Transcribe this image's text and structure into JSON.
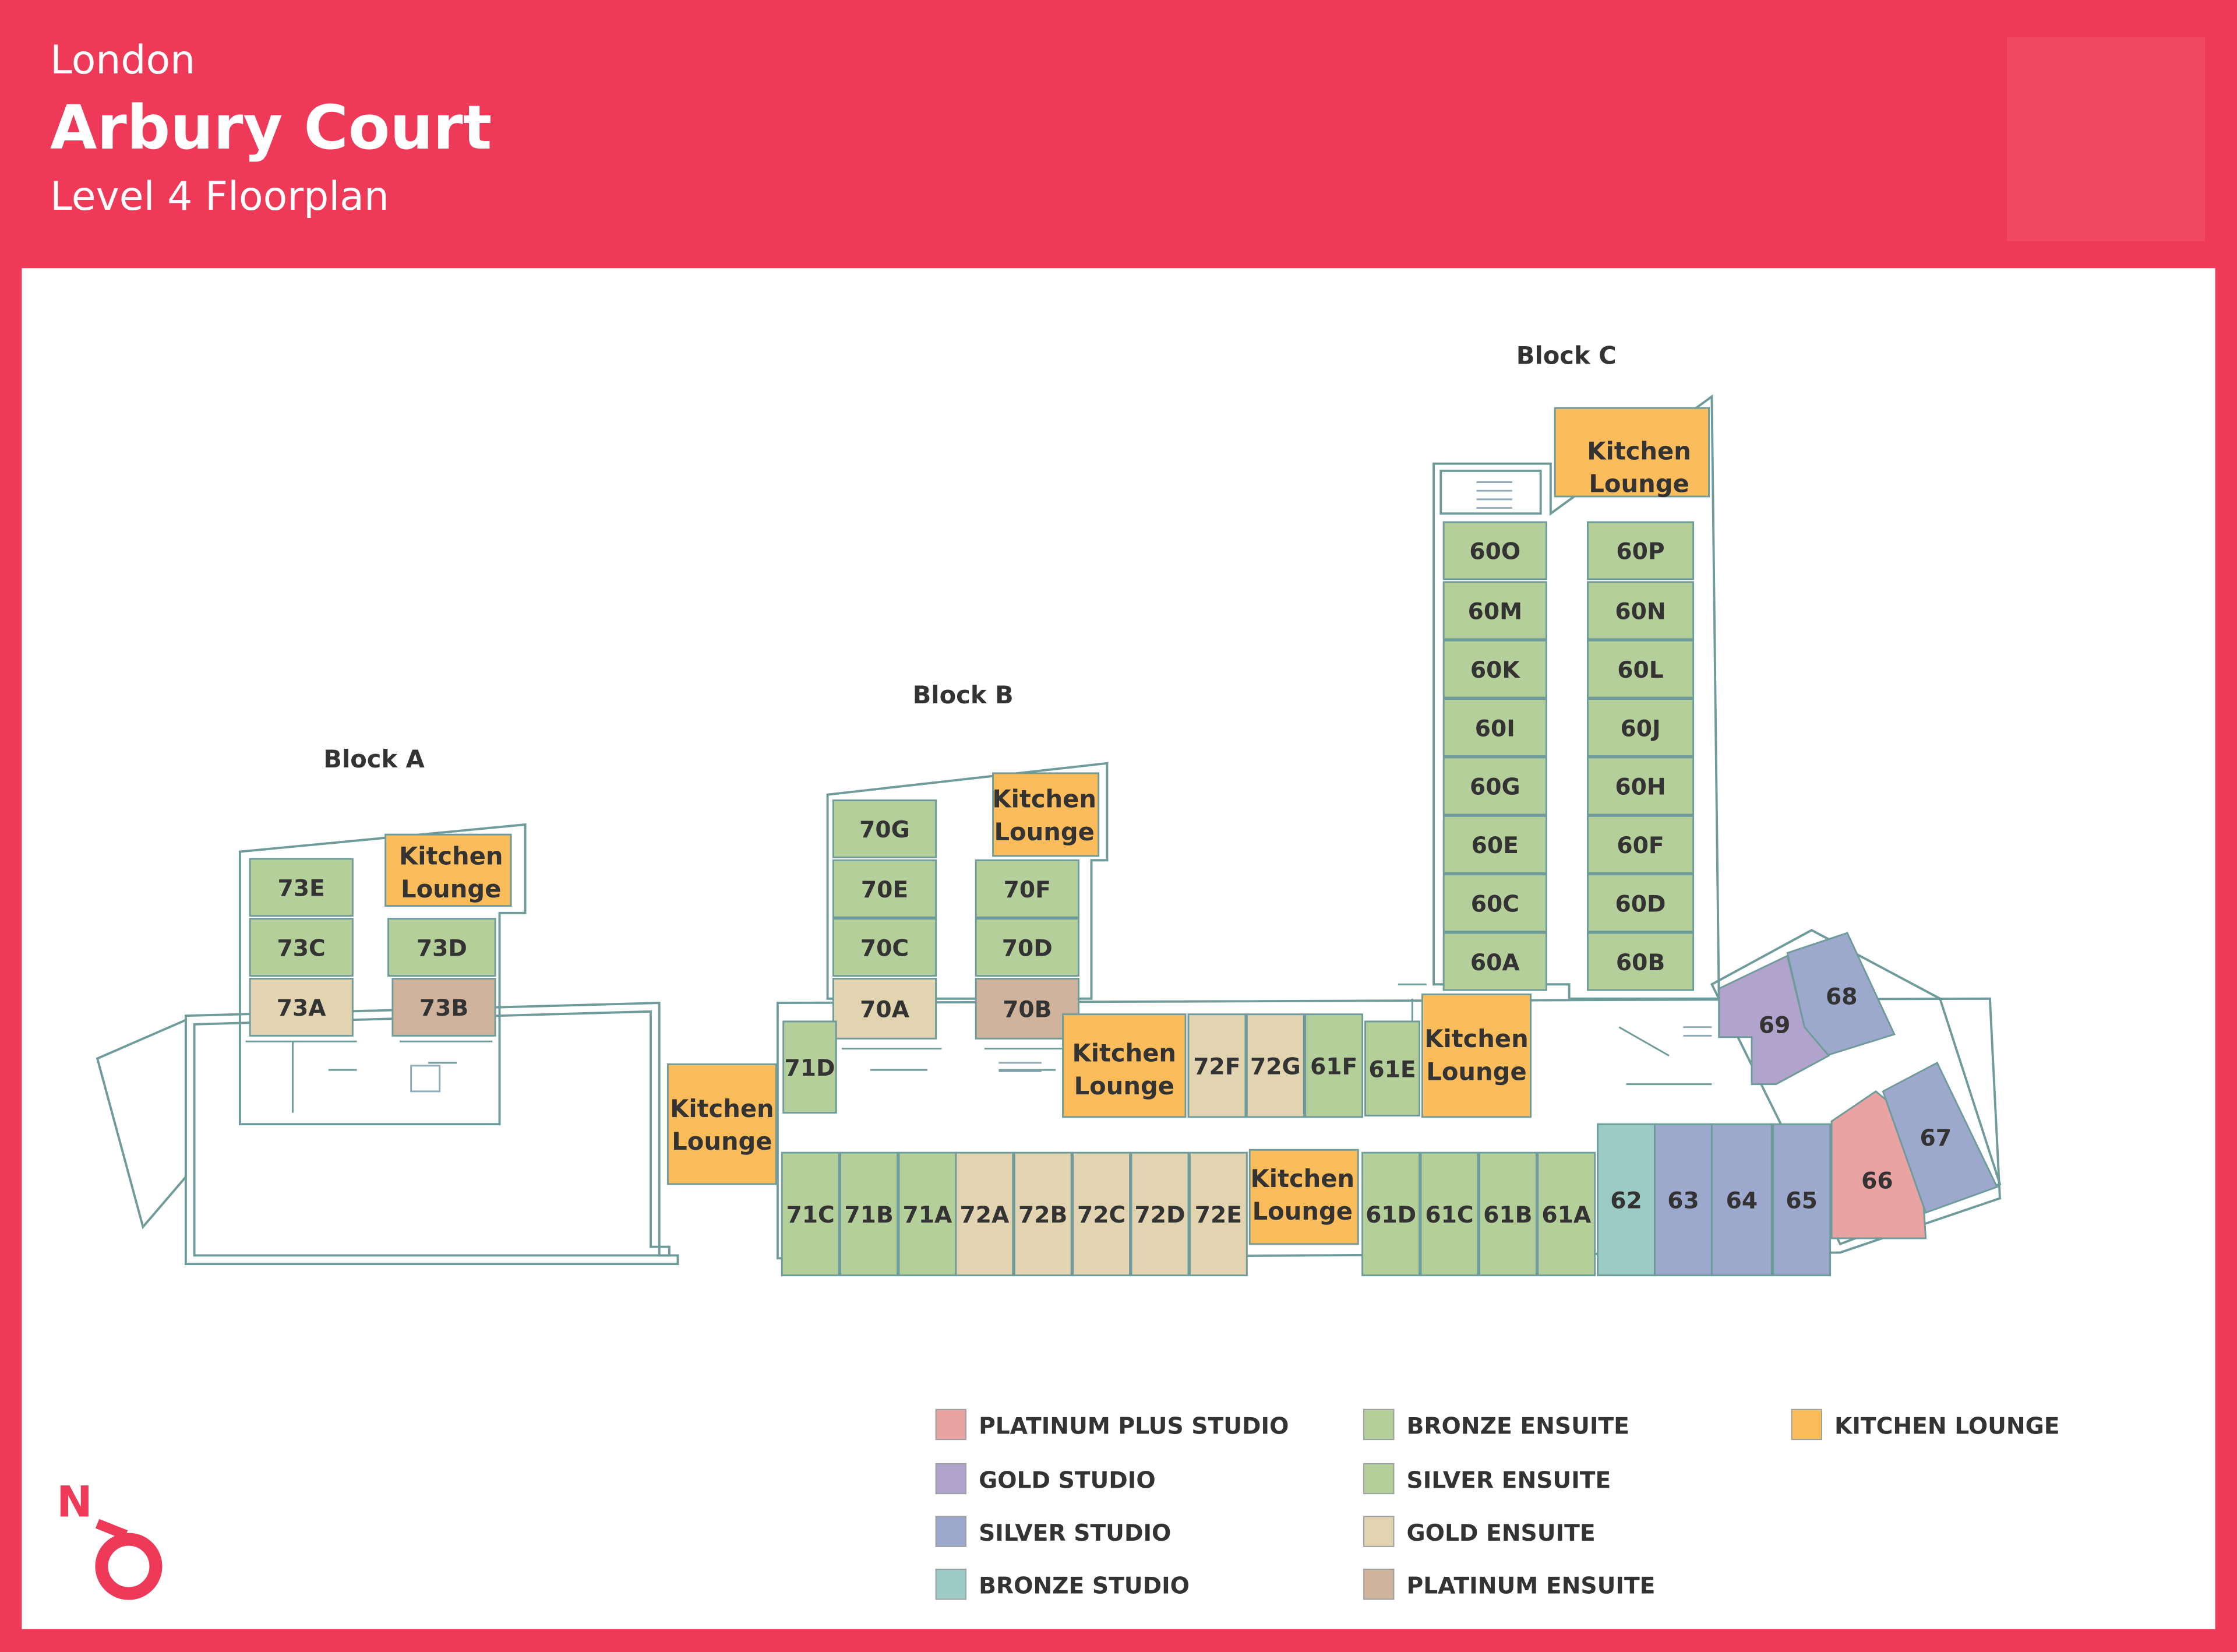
{
  "header": {
    "city": "London",
    "building": "Arbury Court",
    "subtitle": "Level 4 Floorplan"
  },
  "colors": {
    "brand": "#ee3a58",
    "platinum_plus_studio": "#e9a3a2",
    "gold_studio": "#b0a3cc",
    "silver_studio": "#9ca9cc",
    "bronze_studio": "#9ccbc6",
    "bronze_ensuite": "#b5cf9b",
    "silver_ensuite": "#b5cf9b",
    "gold_ensuite": "#e2d4b1",
    "platinum_ensuite": "#cfb39c",
    "kitchen_lounge": "#fbbc5c"
  },
  "blocks": {
    "a": "Block A",
    "b": "Block B",
    "c": "Block C"
  },
  "legend": [
    {
      "label": "PLATINUM PLUS STUDIO",
      "type": "platinum_plus_studio"
    },
    {
      "label": "GOLD STUDIO",
      "type": "gold_studio"
    },
    {
      "label": "SILVER STUDIO",
      "type": "silver_studio"
    },
    {
      "label": "BRONZE STUDIO",
      "type": "bronze_studio"
    },
    {
      "label": "BRONZE ENSUITE",
      "type": "bronze_ensuite"
    },
    {
      "label": "SILVER ENSUITE",
      "type": "silver_ensuite"
    },
    {
      "label": "GOLD ENSUITE",
      "type": "gold_ensuite"
    },
    {
      "label": "PLATINUM ENSUITE",
      "type": "platinum_ensuite"
    },
    {
      "label": "KITCHEN LOUNGE",
      "type": "kitchen_lounge"
    }
  ],
  "kitchen_label": [
    "Kitchen",
    "Lounge"
  ],
  "compass": "N",
  "rooms": [
    {
      "id": "73E",
      "type": "bronze_ensuite"
    },
    {
      "id": "73C",
      "type": "bronze_ensuite"
    },
    {
      "id": "73D",
      "type": "bronze_ensuite"
    },
    {
      "id": "73A",
      "type": "gold_ensuite"
    },
    {
      "id": "73B",
      "type": "platinum_ensuite"
    },
    {
      "id": "KL-A",
      "type": "kitchen_lounge"
    },
    {
      "id": "70G",
      "type": "bronze_ensuite"
    },
    {
      "id": "70E",
      "type": "bronze_ensuite"
    },
    {
      "id": "70F",
      "type": "bronze_ensuite"
    },
    {
      "id": "70C",
      "type": "bronze_ensuite"
    },
    {
      "id": "70D",
      "type": "bronze_ensuite"
    },
    {
      "id": "70A",
      "type": "gold_ensuite"
    },
    {
      "id": "70B",
      "type": "platinum_ensuite"
    },
    {
      "id": "KL-B",
      "type": "kitchen_lounge"
    },
    {
      "id": "71D",
      "type": "bronze_ensuite"
    },
    {
      "id": "KL-W",
      "type": "kitchen_lounge"
    },
    {
      "id": "KL-M1",
      "type": "kitchen_lounge"
    },
    {
      "id": "72F",
      "type": "gold_ensuite"
    },
    {
      "id": "72G",
      "type": "gold_ensuite"
    },
    {
      "id": "61F",
      "type": "bronze_ensuite"
    },
    {
      "id": "61E",
      "type": "bronze_ensuite"
    },
    {
      "id": "KL-M2",
      "type": "kitchen_lounge"
    },
    {
      "id": "71C",
      "type": "bronze_ensuite"
    },
    {
      "id": "71B",
      "type": "bronze_ensuite"
    },
    {
      "id": "71A",
      "type": "bronze_ensuite"
    },
    {
      "id": "72A",
      "type": "gold_ensuite"
    },
    {
      "id": "72B",
      "type": "gold_ensuite"
    },
    {
      "id": "72C",
      "type": "gold_ensuite"
    },
    {
      "id": "72D",
      "type": "gold_ensuite"
    },
    {
      "id": "72E",
      "type": "gold_ensuite"
    },
    {
      "id": "KL-S",
      "type": "kitchen_lounge"
    },
    {
      "id": "61D",
      "type": "bronze_ensuite"
    },
    {
      "id": "61C",
      "type": "bronze_ensuite"
    },
    {
      "id": "61B",
      "type": "bronze_ensuite"
    },
    {
      "id": "61A",
      "type": "bronze_ensuite"
    },
    {
      "id": "62",
      "type": "bronze_studio"
    },
    {
      "id": "63",
      "type": "silver_studio"
    },
    {
      "id": "64",
      "type": "silver_studio"
    },
    {
      "id": "65",
      "type": "silver_studio"
    },
    {
      "id": "66",
      "type": "platinum_plus_studio"
    },
    {
      "id": "67",
      "type": "silver_studio"
    },
    {
      "id": "68",
      "type": "silver_studio"
    },
    {
      "id": "69",
      "type": "gold_studio"
    },
    {
      "id": "KL-C",
      "type": "kitchen_lounge"
    },
    {
      "id": "60O",
      "type": "bronze_ensuite"
    },
    {
      "id": "60P",
      "type": "bronze_ensuite"
    },
    {
      "id": "60M",
      "type": "bronze_ensuite"
    },
    {
      "id": "60N",
      "type": "bronze_ensuite"
    },
    {
      "id": "60K",
      "type": "bronze_ensuite"
    },
    {
      "id": "60L",
      "type": "bronze_ensuite"
    },
    {
      "id": "60I",
      "type": "bronze_ensuite"
    },
    {
      "id": "60J",
      "type": "bronze_ensuite"
    },
    {
      "id": "60G",
      "type": "bronze_ensuite"
    },
    {
      "id": "60H",
      "type": "bronze_ensuite"
    },
    {
      "id": "60E",
      "type": "bronze_ensuite"
    },
    {
      "id": "60F",
      "type": "bronze_ensuite"
    },
    {
      "id": "60C",
      "type": "bronze_ensuite"
    },
    {
      "id": "60D",
      "type": "bronze_ensuite"
    },
    {
      "id": "60A",
      "type": "bronze_ensuite"
    },
    {
      "id": "60B",
      "type": "bronze_ensuite"
    }
  ]
}
